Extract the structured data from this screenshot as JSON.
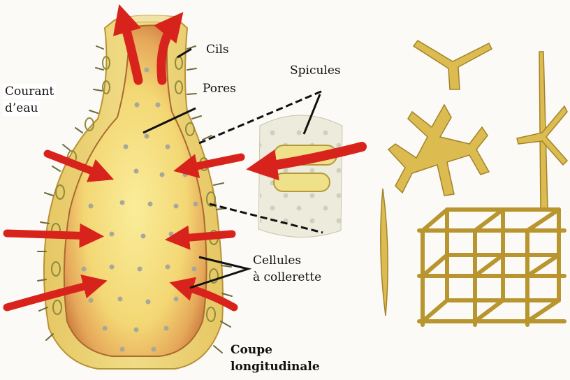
{
  "labels": {
    "cils": "Cils",
    "pores": "Pores",
    "courant_line1": "Courant",
    "courant_line2": "d’eau",
    "spicules": "Spicules",
    "cellules_line1": "Cellules",
    "cellules_line2": "à collerette",
    "coupe_line1": "Coupe",
    "coupe_line2": "longitudinale"
  },
  "colors": {
    "water_arrow": "#d8231c",
    "sponge_wall": "#e9cf6a",
    "sponge_inner": "#f6e589",
    "sponge_cortex": "#c9793e",
    "spicule": "#d9b84a",
    "leader_line": "#111111"
  }
}
